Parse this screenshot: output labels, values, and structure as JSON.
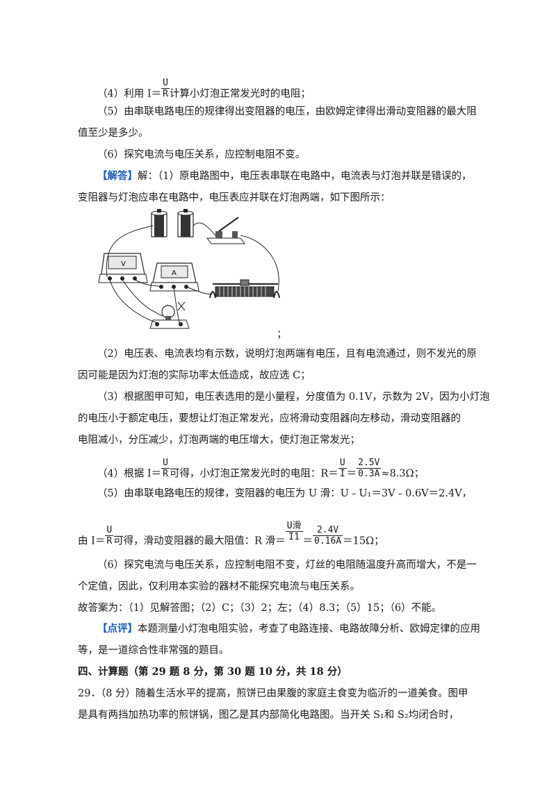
{
  "lines": {
    "l4a_pre": "（4）利用 I＝",
    "l4a_num": "U",
    "l4a_den": "R",
    "l4a_post": "计算小灯泡正常发光时的电阻；",
    "l5a_1": "（5）由串联电路电压的规律得出变阻器的电压，由欧姆定律得出滑动变阻器的最大阻",
    "l5a_2": "值至少是多少。",
    "l6a": "（6）探究电流与电压关系，应控制电阻不变。",
    "ans_tag": "【解答】",
    "ans_1": "解：（1）原电路图中，电压表串联在电路中，电流表与灯泡并联是错误的，",
    "ans_2": "变阻器与灯泡应串在电路中，电压表应并联在灯泡两端，如下图所示：",
    "fig_semicolon": "；",
    "a2_1": "（2）电压表、电流表均有示数，说明灯泡两端有电压，且有电流通过，则不发光的原",
    "a2_2": "因可能是因为灯泡的实际功率太低造成，故应选 C；",
    "a3_1": "（3）根据图甲可知，电压表选用的是小量程，分度值为 0.1V，示数为 2V，因为小灯泡",
    "a3_2": "的电压小于额定电压，要想让灯泡正常发光，应将滑动变阻器向左移动，滑动变阻器的",
    "a3_3": "电阻减小，分压减少，灯泡两端的电压增大，使灯泡正常发光；",
    "a4_pre": "（4）根据 I＝",
    "a4_num": "U",
    "a4_den": "R",
    "a4_mid": "可得，小灯泡正常发光时的电阻：R＝",
    "a4_n2": "U",
    "a4_d2": "I",
    "a4_eq": "＝",
    "a4_n3": "2.5V",
    "a4_d3": "0.3A",
    "a4_post": "≈8.3Ω；",
    "a5_1": "（5）由串联电路电压的规律，变阻器的电压为 U 滑：U﹣U₁＝3V﹣0.6V＝2.4V，",
    "a5_pre": "由 I＝",
    "a5_num": "U",
    "a5_den": "R",
    "a5_mid": "可得，滑动变阻器的最大阻值：R 滑＝",
    "a5_n2": "U滑",
    "a5_d2": "I1",
    "a5_eq": "＝",
    "a5_n3": "2.4V",
    "a5_d3": "0.16A",
    "a5_post": "＝15Ω；",
    "a6_1": "（6）探究电流与电压关系，应控制电阻不变，灯丝的电阻随温度升高而增大，不是一",
    "a6_2": "个定值，因此，仅利用本实验的器材不能探究电流与电压关系。",
    "final": "故答案为：（1）见解答图；（2）C；（3）2；左；（4）8.3；（5）15；（6）不能。",
    "comment_tag": "【点评】",
    "comment_1": "本题测量小灯泡电阻实验，考查了电路连接、电路故障分析、欧姆定律的应用",
    "comment_2": "等，是一道综合性非常强的题目。",
    "section": "四、计算题（第 29 题 8 分，第 30 题 10 分，共 18 分）",
    "q29_1": "29．（8 分）随着生活水平的提高，煎饼已由果腹的家庭主食变为临沂的一道美食。图甲",
    "q29_2": "是具有两挡加热功率的煎饼锅，图乙是其内部简化电路图。当开关 S₁和 S₂均闭合时，"
  },
  "figure": {
    "voltmeter_label": "V",
    "ammeter_label": "A"
  }
}
